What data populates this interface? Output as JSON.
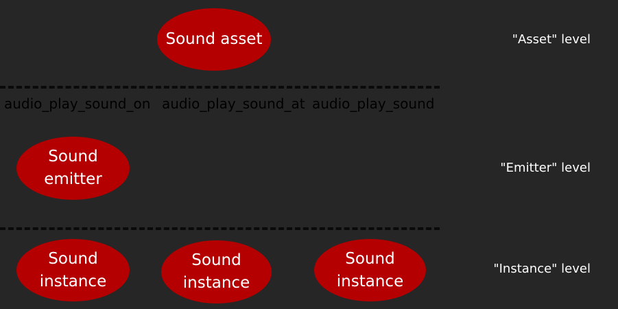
{
  "colors": {
    "background": "#262626",
    "node_fill": "#b40000",
    "node_text": "#ffffff",
    "level_text": "#ffffff",
    "function_text": "#000000",
    "divider": "#0a0a0a"
  },
  "nodes": {
    "sound_asset": "Sound asset",
    "sound_emitter": [
      "Sound",
      "emitter"
    ],
    "sound_instances": [
      [
        "Sound",
        "instance"
      ],
      [
        "Sound",
        "instance"
      ],
      [
        "Sound",
        "instance"
      ]
    ]
  },
  "levels": {
    "asset": "\"Asset\" level",
    "emitter": "\"Emitter\" level",
    "instance": "\"Instance\" level"
  },
  "functions": [
    "audio_play_sound_on",
    "audio_play_sound_at",
    "audio_play_sound"
  ]
}
